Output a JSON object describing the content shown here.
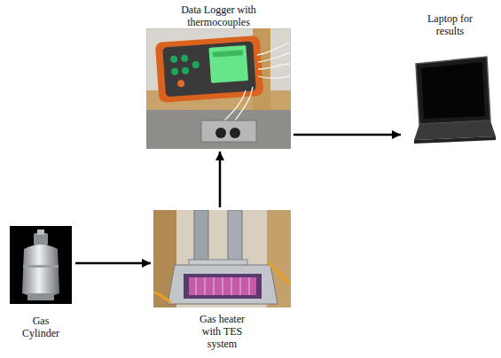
{
  "diagram": {
    "nodes": [
      {
        "text": [
          "Data Logger with thermocouples"
        ]
      },
      {
        "text": [
          "Laptop for results"
        ]
      },
      {
        "text": [
          "Gas Cylinder"
        ]
      },
      {
        "text": [
          "Gas heater with TES system"
        ]
      }
    ],
    "edges": [
      {
        "from": 2,
        "to": 3,
        "arrow": "to"
      },
      {
        "from": 3,
        "to": 0,
        "arrow": "to"
      },
      {
        "from": 0,
        "to": 1,
        "arrow": "to"
      }
    ]
  }
}
